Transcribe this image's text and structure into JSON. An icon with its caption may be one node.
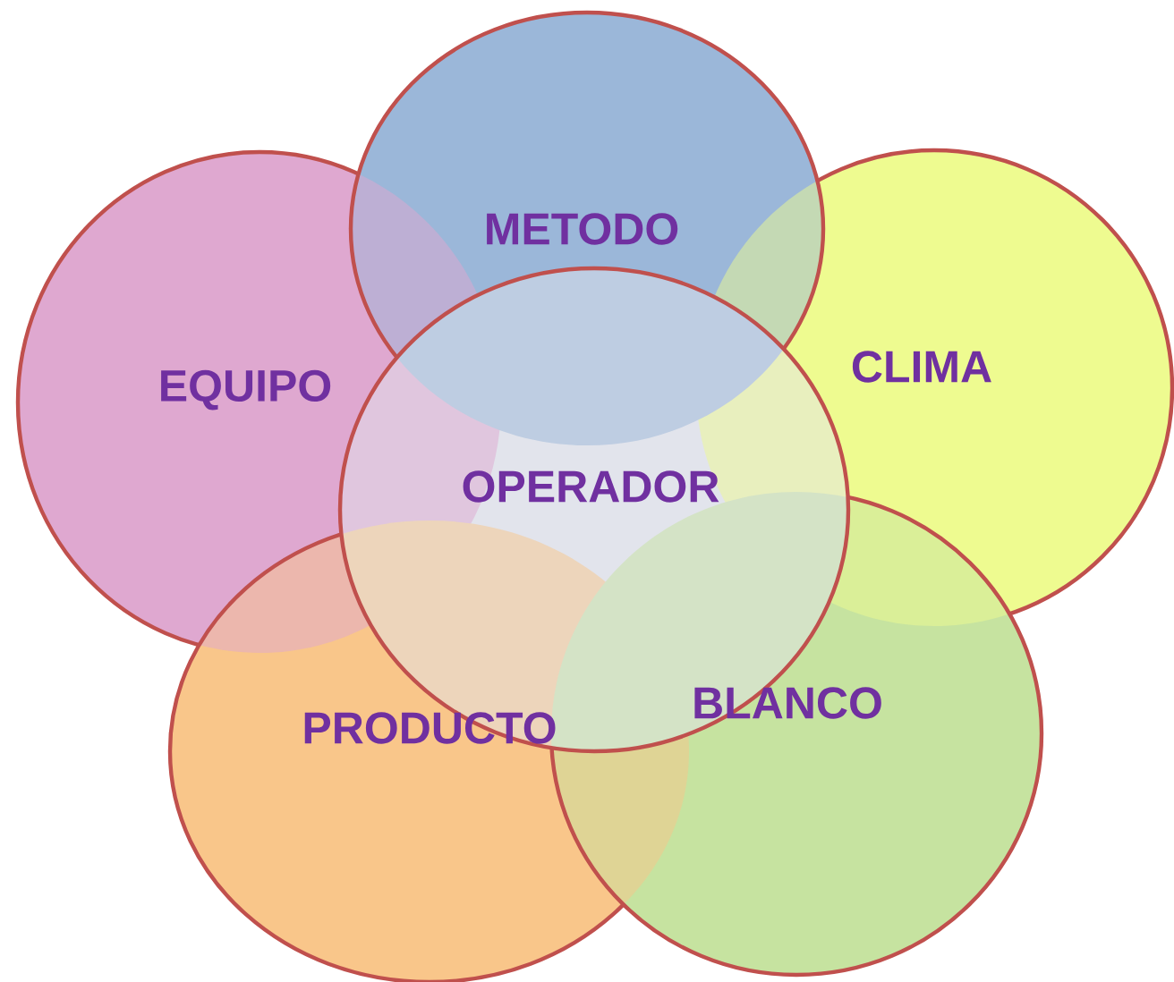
{
  "diagram": {
    "nodes": [
      {
        "text": [
          "METODO"
        ]
      },
      {
        "text": [
          "EQUIPO"
        ]
      },
      {
        "text": [
          "CLIMA"
        ]
      },
      {
        "text": [
          "OPERADOR"
        ]
      },
      {
        "text": [
          "PRODUCTO"
        ]
      },
      {
        "text": [
          "BLANCO"
        ]
      }
    ]
  }
}
